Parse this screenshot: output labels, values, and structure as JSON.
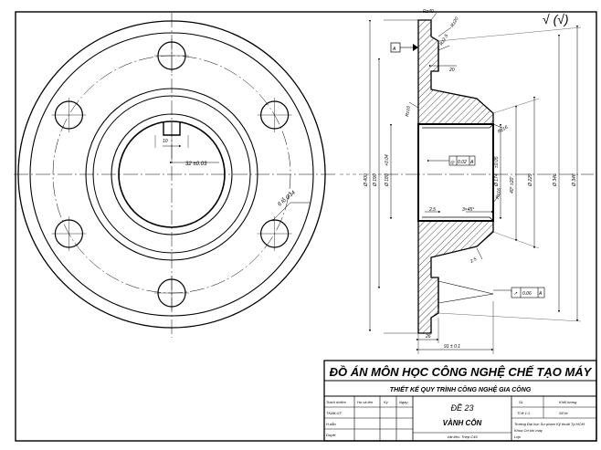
{
  "title_block": {
    "main_title": "ĐỒ ÁN MÔN HỌC CÔNG NGHỆ CHẾ TẠO MÁY",
    "subtitle": "THIẾT KẾ QUY TRÌNH CÔNG NGHỆ GIA CÔNG",
    "headers": [
      "Trách nhiệm",
      "Họ và tên",
      "Ký",
      "Ngày"
    ],
    "rows": [
      "TK&B.GT",
      "H.dẫn",
      "Duyệt"
    ],
    "drawing_code": "ĐỀ 23",
    "part_name": "VÀNH CÔN",
    "material": "Vật liệu: Thép C45",
    "right_labels": [
      "SL",
      "Khối lượng",
      "Tỉ lệ 1:1",
      "Số tờ"
    ],
    "school": [
      "Trường Đại học Sư phạm Kỹ thuật Tp.HCM",
      "Khoa Cơ khí máy",
      "Lớp"
    ]
  },
  "front_view": {
    "keyway_dim": "32 ±0.03",
    "keyway_width": "10",
    "hole_note": "6 lỗ Ø34"
  },
  "section_view": {
    "datum": "A",
    "roughness": [
      "Rz40",
      "Rz20",
      "Rz2.5",
      "Rz16",
      "Rz16",
      "Rz16"
    ],
    "diameters": [
      "Ø 400",
      "Ø 190",
      "Ø 180",
      "Ø 174",
      "Ø 229",
      "Ø 346"
    ],
    "d180_tol": "+0.04",
    "d174_tol": "±0.05",
    "cone_angle": "40° ±20'",
    "tol_frames": [
      {
        "symbol": "◎",
        "value": "0.02",
        "datum": "A"
      },
      {
        "symbol": "↗",
        "value": "0.06",
        "datum": "A"
      }
    ],
    "chamfer": "3×45°",
    "small_dims": [
      "20",
      "2.5",
      "2.5"
    ],
    "length_dims": [
      "26",
      "91 ± 0.1"
    ],
    "surface_note": "√ (√)"
  }
}
